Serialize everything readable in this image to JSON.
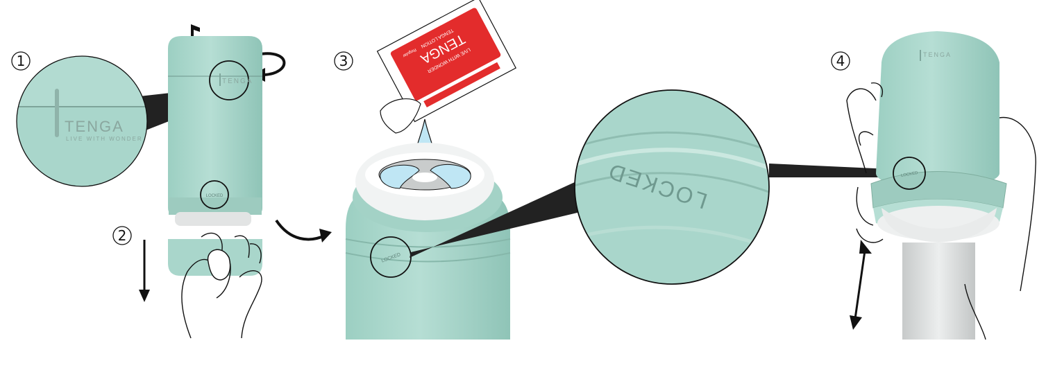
{
  "steps": [
    {
      "number": "1"
    },
    {
      "number": "2"
    },
    {
      "number": "3"
    },
    {
      "number": "4"
    }
  ],
  "brand": {
    "logo": "TENGA",
    "tagline": "LIVE WITH WONDER"
  },
  "labels": {
    "locked": "LOCKED",
    "locked_small": "LOCKED"
  },
  "packet": {
    "brand": "TENGA",
    "tagline": "LIVE WITH WONDER",
    "product": "TENGA LOTION",
    "variant": "Regular"
  },
  "colors": {
    "mint": "#a9d6cb",
    "mint_dark": "#7fb3a6",
    "mint_light": "#c9e8e0",
    "packet_red": "#e32c2c",
    "water_blue": "#bfe6f4",
    "outline": "#111111",
    "cap_white": "#f1f3f3",
    "rod_gray": "#d6d8d8"
  },
  "icons": [
    "music-note-icon",
    "curved-arrow-icon",
    "down-arrow-icon",
    "double-arrow-icon",
    "droplet-icon"
  ]
}
